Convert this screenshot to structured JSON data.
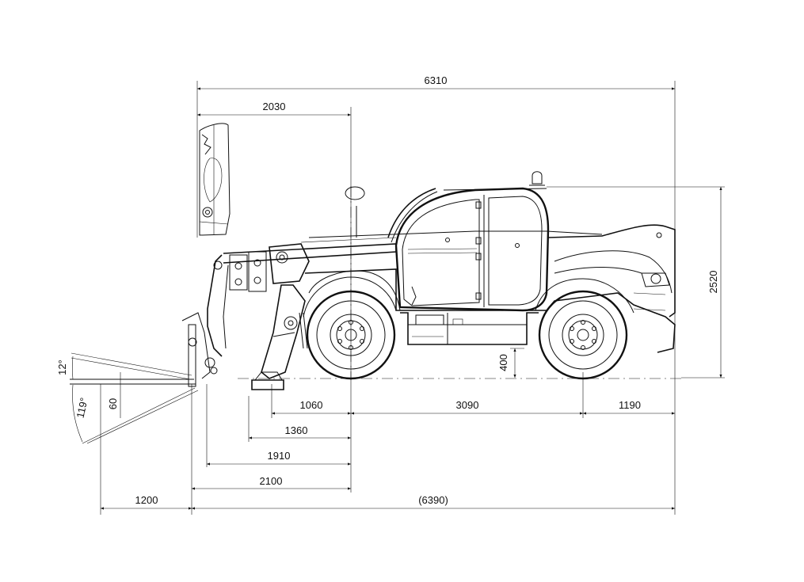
{
  "dimensions": {
    "overall_length": "6310",
    "attachment_length": "2030",
    "overall_height": "2520",
    "ground_clearance": "400",
    "front_axle_offset": "1060",
    "wheelbase": "3090",
    "rear_overhang": "1190",
    "dim_1360": "1360",
    "dim_1910": "1910",
    "dim_2100": "2100",
    "fork_length": "1200",
    "length_to_fork_face": "(6390)",
    "fork_thickness": "60",
    "tilt_back_angle": "12°",
    "dump_angle": "119°"
  },
  "colors": {
    "line": "#111111",
    "background": "#ffffff"
  }
}
